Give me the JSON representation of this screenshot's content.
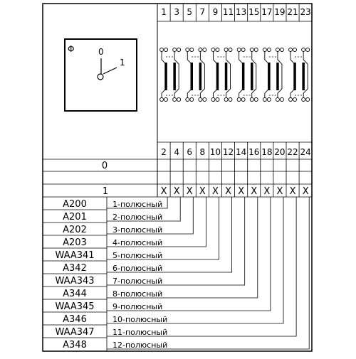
{
  "switch": {
    "symbol": "Φ",
    "pos0": "0",
    "pos1": "1"
  },
  "top_terminals": [
    "1",
    "3",
    "5",
    "7",
    "9",
    "11",
    "13",
    "15",
    "17",
    "19",
    "21",
    "23"
  ],
  "bottom_terminals": [
    "2",
    "4",
    "6",
    "8",
    "10",
    "12",
    "14",
    "16",
    "18",
    "20",
    "22",
    "24"
  ],
  "positions": [
    {
      "label": "0",
      "marks": [
        "",
        "",
        "",
        "",
        "",
        "",
        "",
        "",
        "",
        "",
        "",
        ""
      ]
    },
    {
      "label": "1",
      "marks": [
        "X",
        "X",
        "X",
        "X",
        "X",
        "X",
        "X",
        "X",
        "X",
        "X",
        "X",
        "X"
      ]
    }
  ],
  "models": [
    {
      "code": "A200",
      "desc": "1-полюсный"
    },
    {
      "code": "A201",
      "desc": "2-полюсный"
    },
    {
      "code": "A202",
      "desc": "3-полюсный"
    },
    {
      "code": "A203",
      "desc": "4-полюсный"
    },
    {
      "code": "WAA341",
      "desc": "5-полюсный"
    },
    {
      "code": "A342",
      "desc": "6-полюсный"
    },
    {
      "code": "WAA343",
      "desc": "7-полюсный"
    },
    {
      "code": "A344",
      "desc": "8-полюсный"
    },
    {
      "code": "WAA345",
      "desc": "9-полюсный"
    },
    {
      "code": "A346",
      "desc": "10-полюсный"
    },
    {
      "code": "WAA347",
      "desc": "11-полюсный"
    },
    {
      "code": "A348",
      "desc": "12-полюсный"
    }
  ]
}
